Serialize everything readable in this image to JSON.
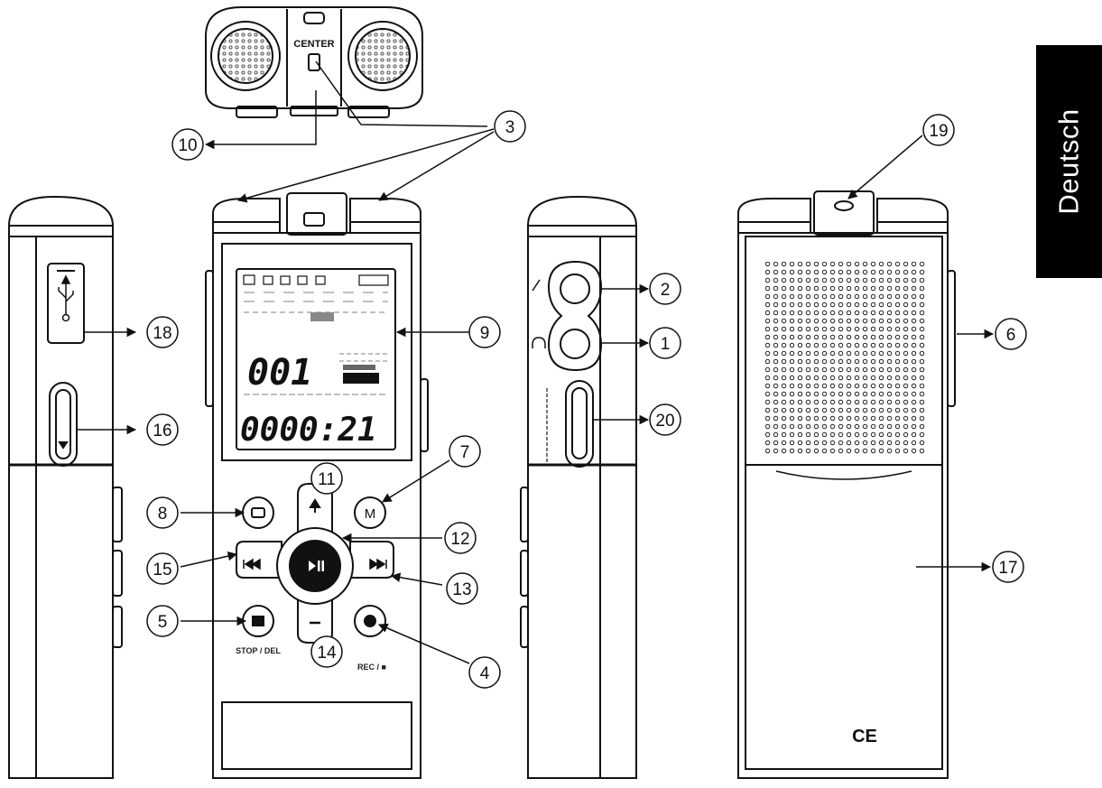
{
  "side_tab": {
    "label": "Deutsch"
  },
  "top_view": {
    "label": "CENTER"
  },
  "device_front": {
    "lcd": {
      "counter": "001",
      "time": "0000:21"
    },
    "labels": {
      "stop_del": "STOP / DEL",
      "rec": "REC / ■"
    }
  },
  "device_back": {
    "ce_mark": "CE"
  },
  "callouts": [
    {
      "id": "c1",
      "number": "1"
    },
    {
      "id": "c2",
      "number": "2"
    },
    {
      "id": "c3",
      "number": "3"
    },
    {
      "id": "c4",
      "number": "4"
    },
    {
      "id": "c5",
      "number": "5"
    },
    {
      "id": "c6",
      "number": "6"
    },
    {
      "id": "c7",
      "number": "7"
    },
    {
      "id": "c8",
      "number": "8"
    },
    {
      "id": "c9",
      "number": "9"
    },
    {
      "id": "c10",
      "number": "10"
    },
    {
      "id": "c11",
      "number": "11"
    },
    {
      "id": "c12",
      "number": "12"
    },
    {
      "id": "c13",
      "number": "13"
    },
    {
      "id": "c14",
      "number": "14"
    },
    {
      "id": "c15",
      "number": "15"
    },
    {
      "id": "c16",
      "number": "16"
    },
    {
      "id": "c17",
      "number": "17"
    },
    {
      "id": "c18",
      "number": "18"
    },
    {
      "id": "c19",
      "number": "19"
    },
    {
      "id": "c20",
      "number": "20"
    }
  ]
}
